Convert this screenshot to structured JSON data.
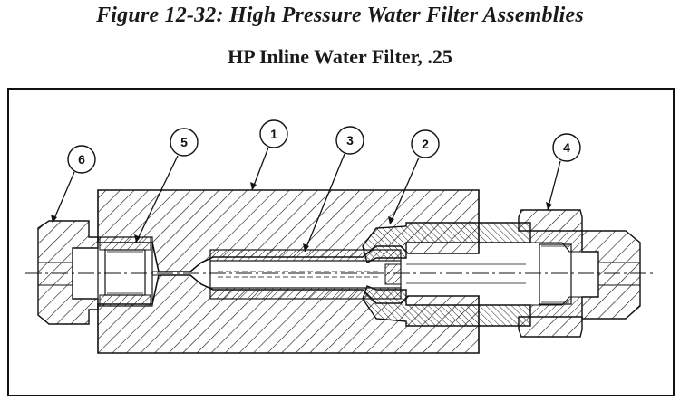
{
  "figure": {
    "title": "Figure 12-32:  High Pressure Water Filter Assemblies",
    "subtitle": "HP Inline Water Filter, .25"
  },
  "callouts": [
    {
      "id": "callout-6",
      "label": "6"
    },
    {
      "id": "callout-5",
      "label": "5"
    },
    {
      "id": "callout-1",
      "label": "1"
    },
    {
      "id": "callout-3",
      "label": "3"
    },
    {
      "id": "callout-2",
      "label": "2"
    },
    {
      "id": "callout-4",
      "label": "4"
    }
  ],
  "colors": {
    "line": "#111111",
    "background": "#ffffff"
  }
}
